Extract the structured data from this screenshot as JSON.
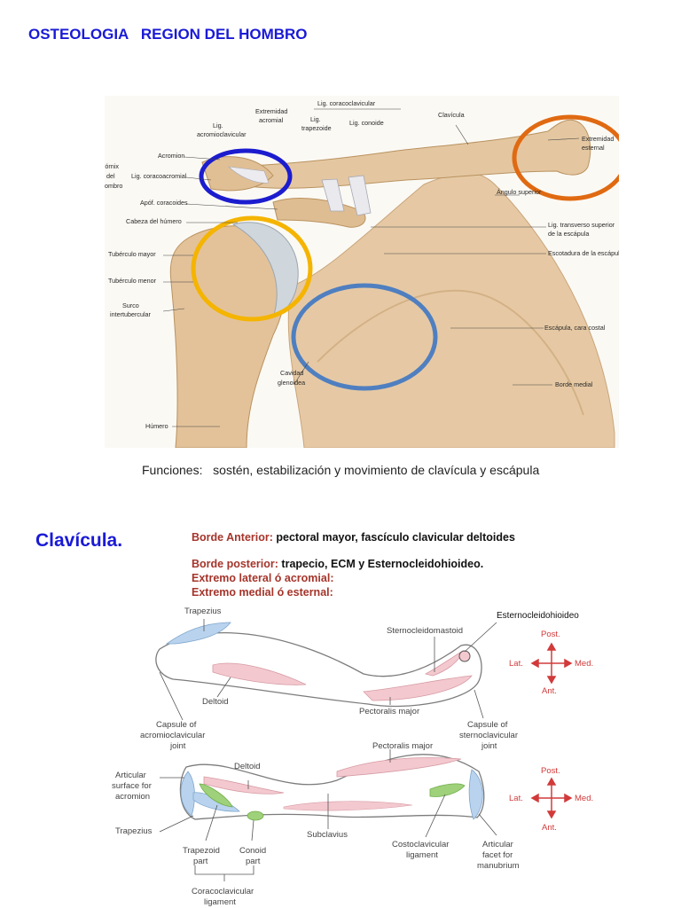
{
  "title": "OSTEOLOGIA   REGION DEL HOMBRO",
  "functions_text": "Funciones:   sostén, estabilización y movimiento de clavícula y escápula",
  "clavicle": {
    "heading": "Clavícula.",
    "notes": [
      {
        "key": "Borde Anterior:",
        "value": " pectoral  mayor, fascículo clavicular deltoides"
      },
      {
        "key": "Borde posterior:",
        "value": " trapecio, ECM y Esternocleidohioideo."
      },
      {
        "key": "Extremo lateral ó acromial:",
        "value": ""
      },
      {
        "key": "Extremo medial ó esternal:",
        "value": ""
      }
    ]
  },
  "shoulder_labels": {
    "lig_coracoclavicular": "Lig. coracoclavicular",
    "extremidad_acromial_1": "Extremidad",
    "extremidad_acromial_2": "acromial",
    "lig_trapezoide_1": "Lig.",
    "lig_trapezoide_2": "trapezoide",
    "lig_conoide": "Lig. conoide",
    "clavicula": "Clavícula",
    "lig_acromioclavicular_1": "Lig.",
    "lig_acromioclavicular_2": "acromioclavicular",
    "extremidad_esternal_1": "Extremidad",
    "extremidad_esternal_2": "esternal",
    "acromion": "Acromion",
    "fornix_1": "Fórnix",
    "fornix_2": "del",
    "fornix_3": "hombro",
    "lig_coracoacromial": "Lig. coracoacromial",
    "apof_coracoides": "Apóf. coracoides",
    "cabeza_humero": "Cabeza del húmero",
    "angulo_superior": "Ángulo superior",
    "lig_transverso_1": "Lig. transverso superior",
    "lig_transverso_2": "de la escápula",
    "tuberculo_mayor": "Tubérculo mayor",
    "escotadura": "Escotadura de la escápula",
    "tuberculo_menor": "Tubérculo menor",
    "surco_1": "Surco",
    "surco_2": "intertubercular",
    "escapula_costal": "Escápula, cara costal",
    "cavidad_1": "Cavidad",
    "cavidad_2": "glenoidea",
    "borde_medial": "Borde medial",
    "humero": "Húmero"
  },
  "clavicle_labels": {
    "esternocleidohioideo": "Esternocleidohioideo",
    "trapezius": "Trapezius",
    "sternocleidomastoid": "Sternocleidomastoid",
    "deltoid": "Deltoid",
    "pectoralis_major": "Pectoralis major",
    "capsule_ac_1": "Capsule of",
    "capsule_ac_2": "acromioclavicular",
    "capsule_ac_3": "joint",
    "capsule_sc_1": "Capsule of",
    "capsule_sc_2": "sternoclavicular",
    "capsule_sc_3": "joint",
    "articular_acromion_1": "Articular",
    "articular_acromion_2": "surface for",
    "articular_acromion_3": "acromion",
    "subclavius": "Subclavius",
    "trapezoid_1": "Trapezoid",
    "trapezoid_2": "part",
    "conoid_1": "Conoid",
    "conoid_2": "part",
    "costoclavicular_1": "Costoclavicular",
    "costoclavicular_2": "ligament",
    "articular_facet_1": "Articular",
    "articular_facet_2": "facet for",
    "articular_facet_3": "manubrium",
    "coracoclavicular_1": "Coracoclavicular",
    "coracoclavicular_2": "ligament",
    "post": "Post.",
    "ant": "Ant.",
    "lat": "Lat.",
    "med": "Med."
  },
  "colors": {
    "title_blue": "#1a1ad6",
    "key_red": "#a5352b",
    "circle_blue": "#1c1ccf",
    "circle_orange": "#e06a12",
    "circle_yellow": "#f4b400",
    "circle_steel": "#4f7fc0",
    "muscle_pink": "#f3c9cf",
    "muscle_blue": "#b9d3ee",
    "ligament_green": "#9fd07a"
  }
}
